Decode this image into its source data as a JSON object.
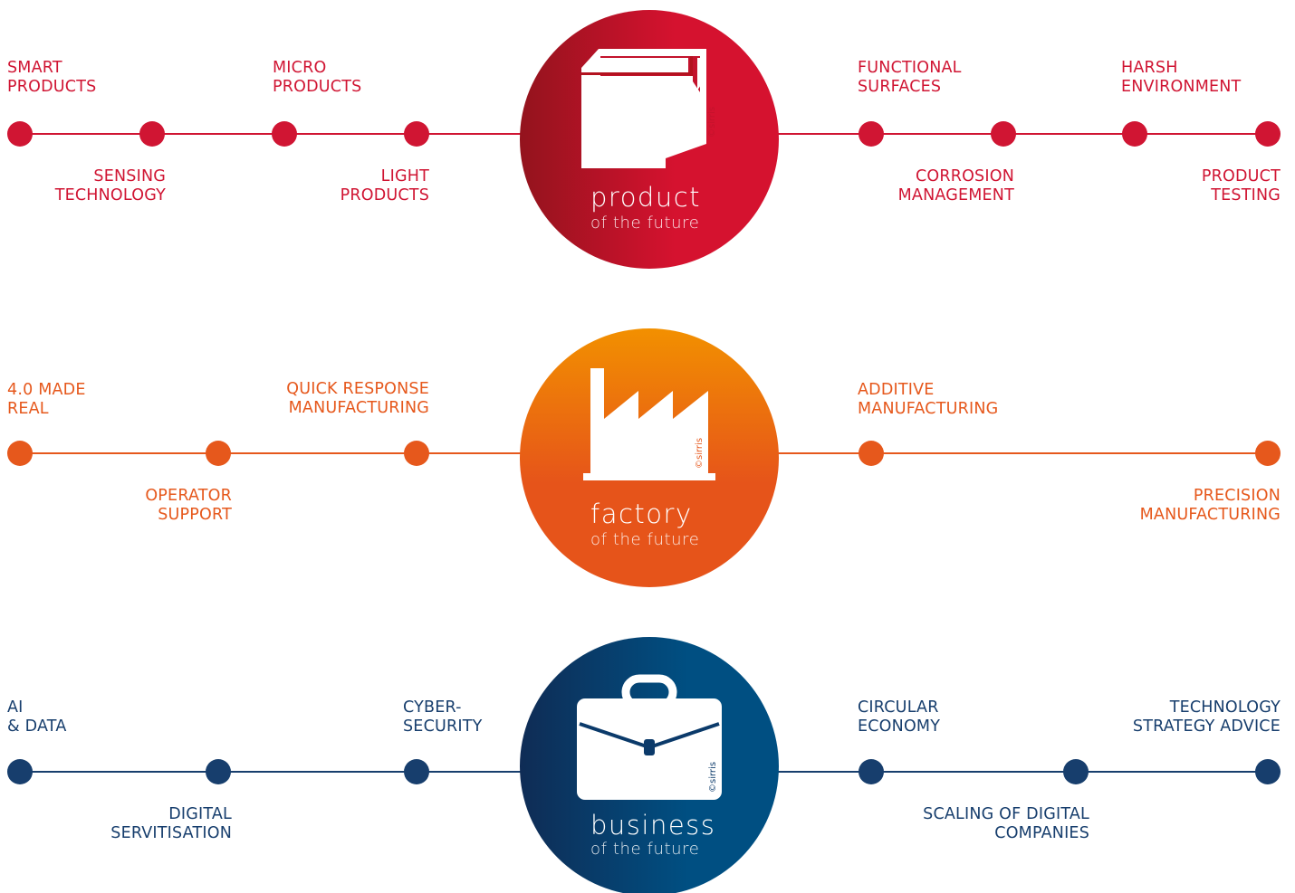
{
  "copyright": "©sirris",
  "rows": [
    {
      "id": "product",
      "color": "#d01533",
      "gradient": [
        "#93131d",
        "#d5122f"
      ],
      "title": "product",
      "subtitle": "of the future",
      "icon": "box-icon",
      "labels_top": [
        "SMART\nPRODUCTS",
        "MICRO\nPRODUCTS",
        "FUNCTIONAL\nSURFACES",
        "HARSH\nENVIRONMENT"
      ],
      "labels_bottom": [
        "SENSING\nTECHNOLOGY",
        "LIGHT\nPRODUCTS",
        "CORROSION\nMANAGEMENT",
        "PRODUCT\nTESTING"
      ]
    },
    {
      "id": "factory",
      "color": "#e6581c",
      "gradient": [
        "#f29000",
        "#e23e1c"
      ],
      "title": "factory",
      "subtitle": "of the future",
      "icon": "factory-icon",
      "labels_top": [
        "4.0 MADE\nREAL",
        "QUICK RESPONSE\nMANUFACTURING",
        "ADDITIVE\nMANUFACTURING"
      ],
      "labels_bottom": [
        "OPERATOR\nSUPPORT",
        "PRECISION\nMANUFACTURING"
      ]
    },
    {
      "id": "business",
      "color": "#173e6d",
      "gradient": [
        "#0f2c55",
        "#004f82"
      ],
      "title": "business",
      "subtitle": "of the future",
      "icon": "briefcase-icon",
      "labels_top": [
        "AI\n& DATA",
        "CYBER-\nSECURITY",
        "CIRCULAR\nECONOMY",
        "TECHNOLOGY\nSTRATEGY ADVICE"
      ],
      "labels_bottom": [
        "DIGITAL\nSERVITISATION",
        "SCALING OF DIGITAL\nCOMPANIES"
      ]
    }
  ]
}
